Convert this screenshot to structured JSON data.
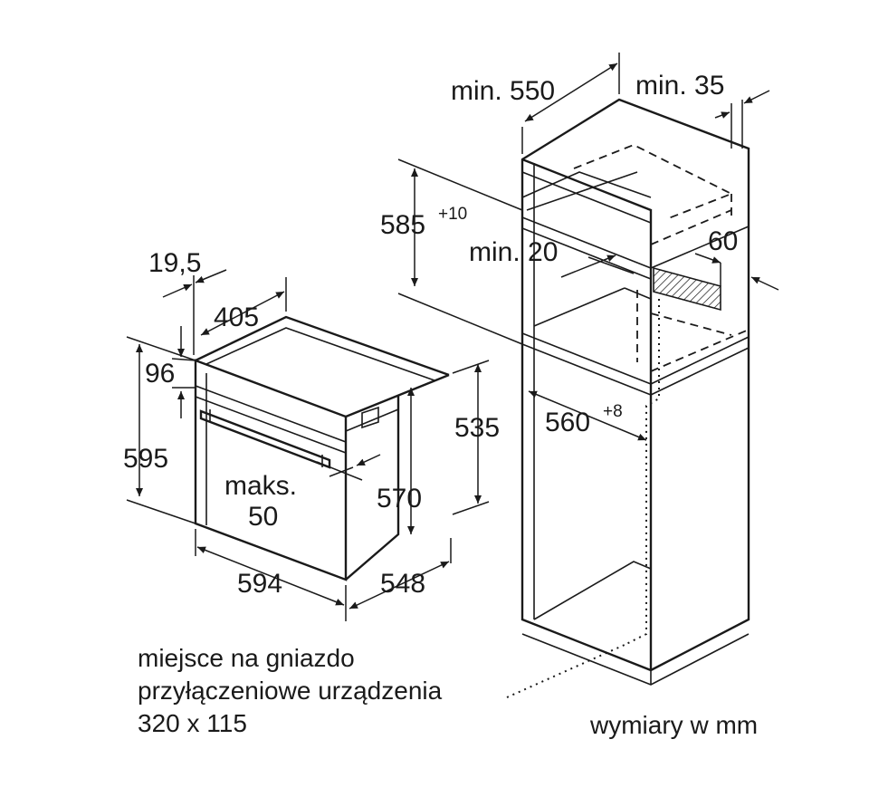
{
  "labels": {
    "depth_550": "min. 550",
    "gap_35": "min. 35",
    "height_585": "585",
    "height_585_tol": "+10",
    "gap_20": "min. 20",
    "vent_60": "60",
    "width_560": "560",
    "width_560_tol": "+8",
    "flange_19_5": "19,5",
    "top_405": "405",
    "panel_96": "96",
    "height_595": "595",
    "height_535": "535",
    "height_570": "570",
    "maks": "maks.",
    "maks_50": "50",
    "width_594": "594",
    "depth_548": "548"
  },
  "note": {
    "line1": "miejsce na gniazdo",
    "line2": "przyłączeniowe urządzenia",
    "line3": "320 x 115"
  },
  "units": "wymiary w mm"
}
